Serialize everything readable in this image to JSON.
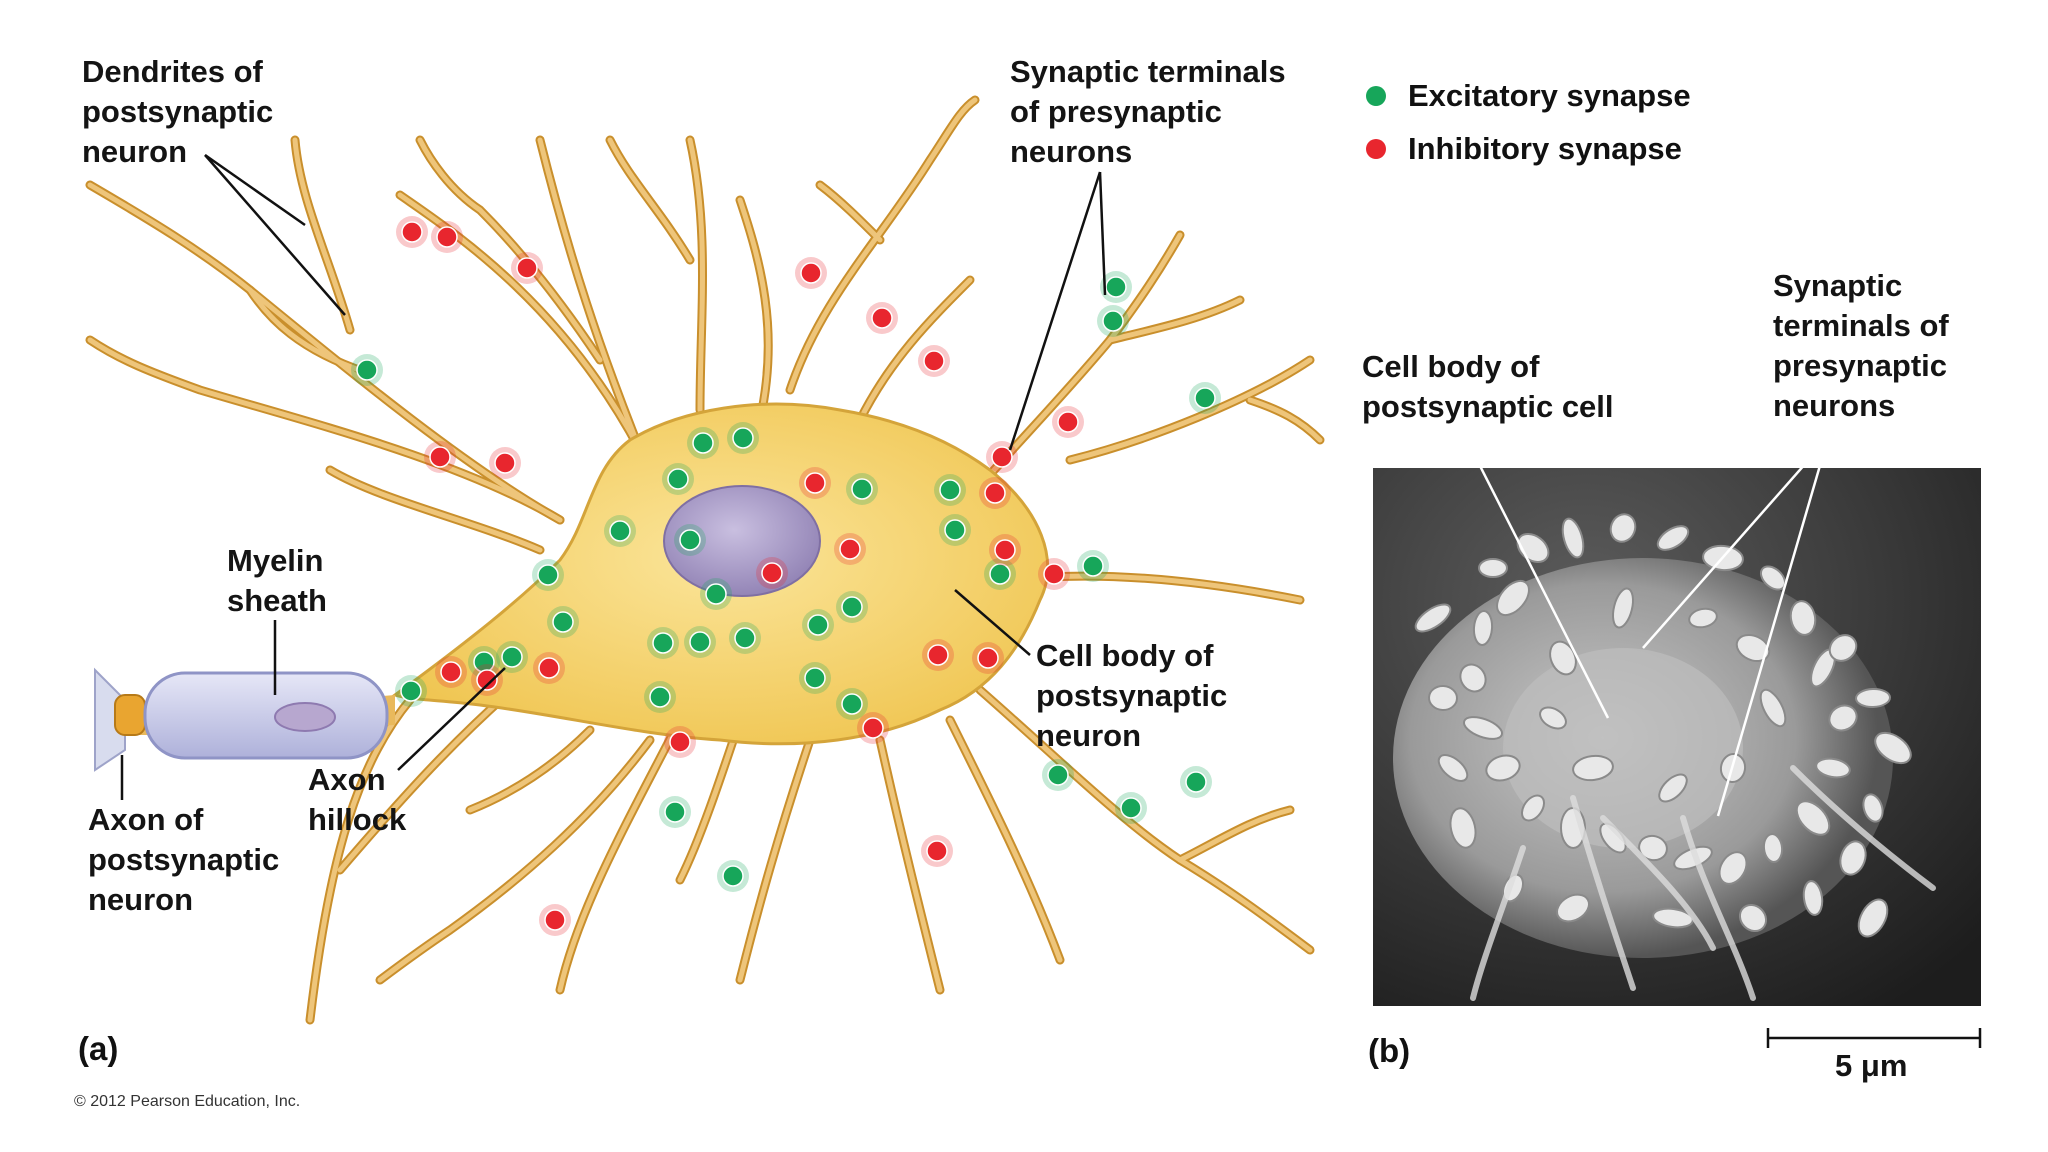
{
  "legend": {
    "excitatory": {
      "label": "Excitatory synapse",
      "color": "#17a65a"
    },
    "inhibitory": {
      "label": "Inhibitory synapse",
      "color": "#e8262e"
    }
  },
  "panel_a": {
    "letter": "(a)",
    "labels": {
      "dendrites": "Dendrites of\npostsynaptic\nneuron",
      "synaptic_terminals": "Synaptic terminals\nof presynaptic\nneurons",
      "myelin": "Myelin\nsheath",
      "cell_body": "Cell body of\npostsynaptic\nneuron",
      "axon_hillock": "Axon\nhillock",
      "axon": "Axon of\npostsynaptic\nneuron"
    }
  },
  "panel_b": {
    "letter": "(b)",
    "labels": {
      "cell_body": "Cell body of\npostsynaptic cell",
      "synaptic_terminals": "Synaptic\nterminals of\npresynaptic\nneurons"
    },
    "scale_bar": "5 μm"
  },
  "copyright": "© 2012 Pearson Education, Inc.",
  "colors": {
    "dendrite": "#e9b95c",
    "dendrite_edge": "#c98f2c",
    "soma": "#f7d66e",
    "nucleus": "#a99ac4",
    "myelin": "#c9cbea"
  }
}
